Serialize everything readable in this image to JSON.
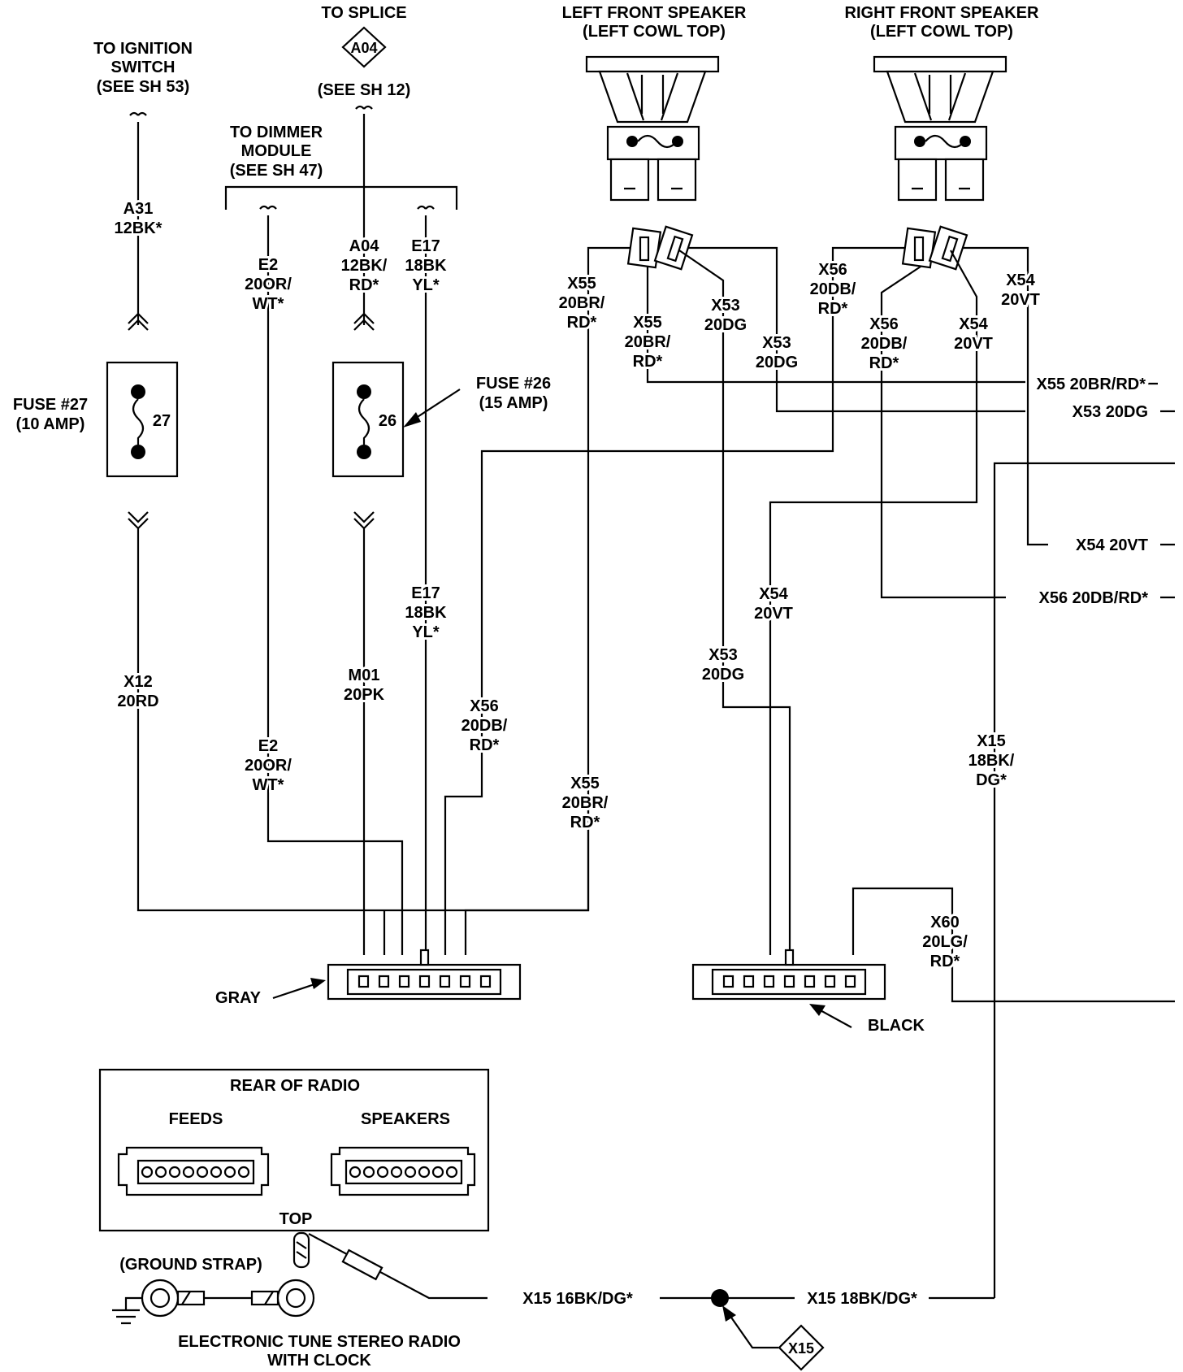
{
  "top_labels": {
    "ignition": [
      "TO IGNITION",
      "SWITCH",
      "(SEE SH 53)"
    ],
    "splice_title": "TO SPLICE",
    "splice_id": "A04",
    "splice_see": "(SEE SH 12)",
    "dimmer": [
      "TO DIMMER",
      "MODULE",
      "(SEE SH 47)"
    ]
  },
  "speakers": {
    "left": [
      "LEFT FRONT SPEAKER",
      "(LEFT COWL TOP)"
    ],
    "right": [
      "RIGHT FRONT SPEAKER",
      "(LEFT COWL TOP)"
    ]
  },
  "fuses": {
    "f27_label": [
      "FUSE #27",
      "(10 AMP)"
    ],
    "f27_num": "27",
    "f26_label": [
      "FUSE #26",
      "(15 AMP)"
    ],
    "f26_num": "26"
  },
  "wires": {
    "a31": [
      "A31",
      "12BK*"
    ],
    "x12": [
      "X12",
      "20RD"
    ],
    "e2_top": [
      "E2",
      "20OR/",
      "WT*"
    ],
    "e2_bot": [
      "E2",
      "20OR/",
      "WT*"
    ],
    "a04": [
      "A04",
      "12BK/",
      "RD*"
    ],
    "m01": [
      "M01",
      "20PK"
    ],
    "e17_top": [
      "E17",
      "18BK",
      "YL*"
    ],
    "e17_bot": [
      "E17",
      "18BK",
      "YL*"
    ],
    "x56_left": [
      "X56",
      "20DB/",
      "RD*"
    ],
    "x55_bot": [
      "X55",
      "20BR/",
      "RD*"
    ],
    "x55_lt": [
      "X55",
      "20BR/",
      "RD*"
    ],
    "x55_lm": [
      "X55",
      "20BR/",
      "RD*"
    ],
    "x53_lm": [
      "X53",
      "20DG"
    ],
    "x53_lr": [
      "X53",
      "20DG"
    ],
    "x56_rl": [
      "X56",
      "20DB/",
      "RD*"
    ],
    "x56_rm": [
      "X56",
      "20DB/",
      "RD*"
    ],
    "x54_rm": [
      "X54",
      "20VT"
    ],
    "x54_rr": [
      "X54",
      "20VT"
    ],
    "x54_mid": [
      "X54",
      "20VT"
    ],
    "x53_mid": [
      "X53",
      "20DG"
    ],
    "x15_right": [
      "X15",
      "18BK/",
      "DG*"
    ],
    "x60": [
      "X60",
      "20LG/",
      "RD*"
    ],
    "exit_x55": "X55 20BR/RD*",
    "exit_x53": "X53 20DG",
    "exit_x54": "X54 20VT",
    "exit_x56": "X56 20DB/RD*",
    "x15_16": "X15 16BK/DG*",
    "x15_18": "X15 18BK/DG*"
  },
  "connectors": {
    "gray": "GRAY",
    "black": "BLACK"
  },
  "radio": {
    "title": "REAR OF RADIO",
    "feeds": "FEEDS",
    "speakers": "SPEAKERS",
    "top": "TOP",
    "ground_strap": "(GROUND STRAP)",
    "name": [
      "ELECTRONIC TUNE STEREO RADIO",
      "WITH CLOCK"
    ]
  },
  "splice_bottom": "X15"
}
